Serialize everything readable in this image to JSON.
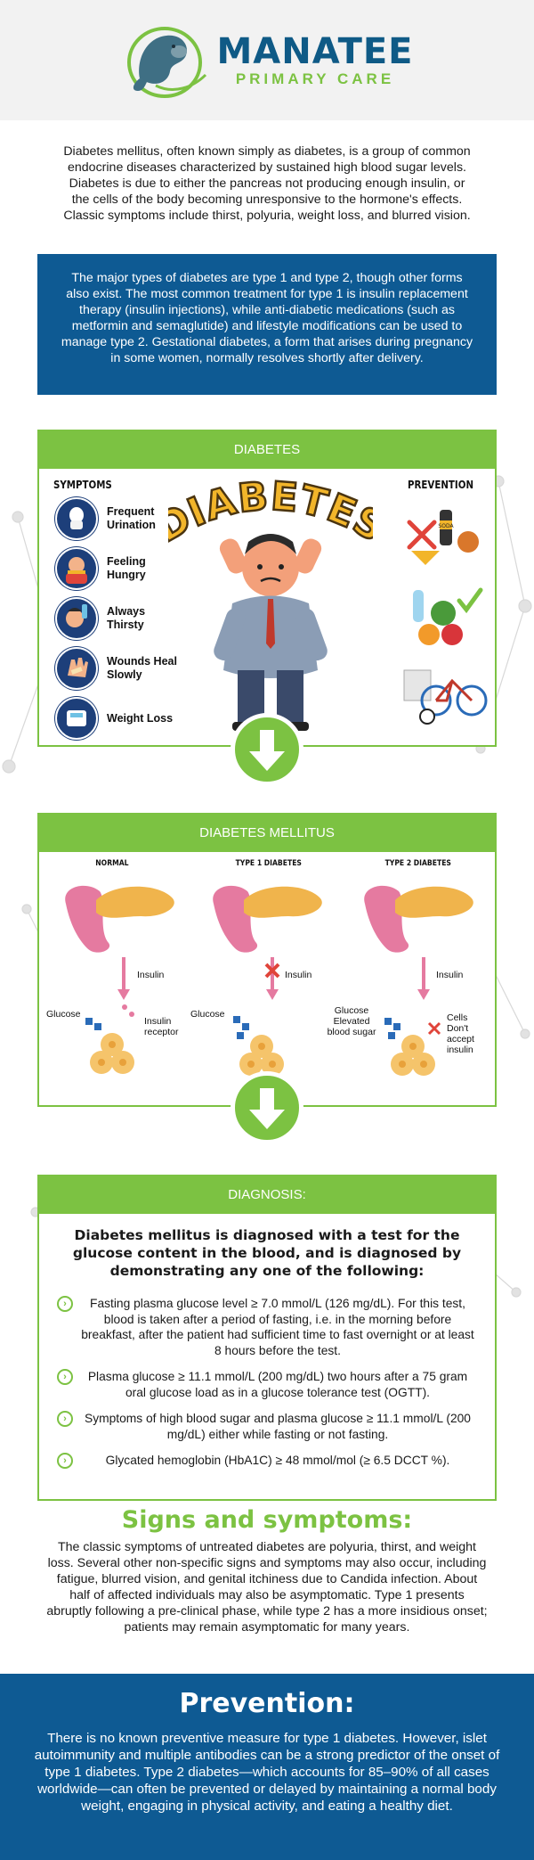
{
  "brand": {
    "name": "MANATEE",
    "tagline": "PRIMARY CARE"
  },
  "intro": "Diabetes mellitus, often known simply as diabetes, is a group of common endocrine diseases characterized by sustained high blood sugar levels. Diabetes is due to either the pancreas not producing enough insulin, or the cells of the body becoming unresponsive to the hormone's effects. Classic symptoms include thirst, polyuria, weight loss, and blurred vision.",
  "types_box": "The major types of diabetes are type 1 and type 2, though other forms also exist. The most common treatment for type 1 is insulin replacement therapy (insulin injections), while anti-diabetic medications (such as metformin and semaglutide) and lifestyle modifications can be used to manage type 2. Gestational diabetes, a form that arises during pregnancy in some women, normally resolves shortly after delivery.",
  "diabetes_panel": {
    "heading": "DIABETES",
    "symptoms_title": "SYMPTOMS",
    "prevention_title": "PREVENTION",
    "big_word": "DIABETES",
    "symptoms": [
      {
        "label": "Frequent Urination",
        "icon": "toilet-icon"
      },
      {
        "label": "Feeling Hungry",
        "icon": "hungry-person-icon"
      },
      {
        "label": "Always Thirsty",
        "icon": "thirsty-person-icon"
      },
      {
        "label": "Wounds Heal Slowly",
        "icon": "bandaged-hand-icon"
      },
      {
        "label": "Weight Loss",
        "icon": "scale-icon"
      }
    ],
    "prevention_items": [
      {
        "icon": "junk-food-crossed-icon",
        "text": "SODA"
      },
      {
        "icon": "healthy-food-check-icon"
      },
      {
        "icon": "exercise-bicycle-icon"
      }
    ]
  },
  "mellitus_panel": {
    "heading": "DIABETES MELLITUS",
    "columns": [
      {
        "title": "NORMAL",
        "insulin": "Insulin",
        "left": "Glucose",
        "right": "Insulin receptor"
      },
      {
        "title": "TYPE 1 DIABETES",
        "insulin": "Insulin",
        "left": "Glucose",
        "right": ""
      },
      {
        "title": "TYPE 2 DIABETES",
        "insulin": "Insulin",
        "left": "Glucose Elevated blood sugar",
        "right": "Cells Don't accept insulin"
      }
    ]
  },
  "diagnosis_panel": {
    "heading": "DIAGNOSIS:",
    "intro": "Diabetes mellitus is diagnosed with a test for the glucose content in the blood, and is diagnosed by demonstrating any one of the following:",
    "items": [
      "Fasting plasma glucose level ≥ 7.0 mmol/L (126 mg/dL). For this test, blood is taken after a period of fasting, i.e. in the morning before breakfast, after the patient had sufficient time to fast overnight or at least 8 hours before the test.",
      "Plasma glucose ≥ 11.1 mmol/L (200 mg/dL) two hours after a 75 gram oral glucose load as in a glucose tolerance test (OGTT).",
      "Symptoms of high blood sugar and plasma glucose ≥ 11.1 mmol/L (200 mg/dL) either while fasting or not fasting.",
      "Glycated hemoglobin (HbA1C) ≥ 48 mmol/mol (≥ 6.5 DCCT %)."
    ]
  },
  "signs": {
    "title": "Signs and symptoms:",
    "body": "The classic symptoms of untreated diabetes are polyuria, thirst, and weight loss. Several other non-specific signs and symptoms may also occur, including fatigue, blurred vision, and genital itchiness due to Candida infection. About half of affected individuals may also be asymptomatic. Type 1 presents abruptly following a pre-clinical phase, while type 2 has a more insidious onset; patients may remain asymptomatic for many years."
  },
  "prevention": {
    "title": "Prevention:",
    "body": "There is no known preventive measure for type 1 diabetes. However, islet autoimmunity and multiple antibodies can be a strong predictor of the onset of type 1 diabetes. Type 2 diabetes—which accounts for 85–90% of all cases worldwide—can often be prevented or delayed by maintaining a normal body weight, engaging in physical activity, and eating a healthy diet."
  },
  "colors": {
    "green": "#7cc242",
    "blue": "#0e5a93",
    "navy": "#1d3f7a",
    "gold": "#f2b52a"
  }
}
